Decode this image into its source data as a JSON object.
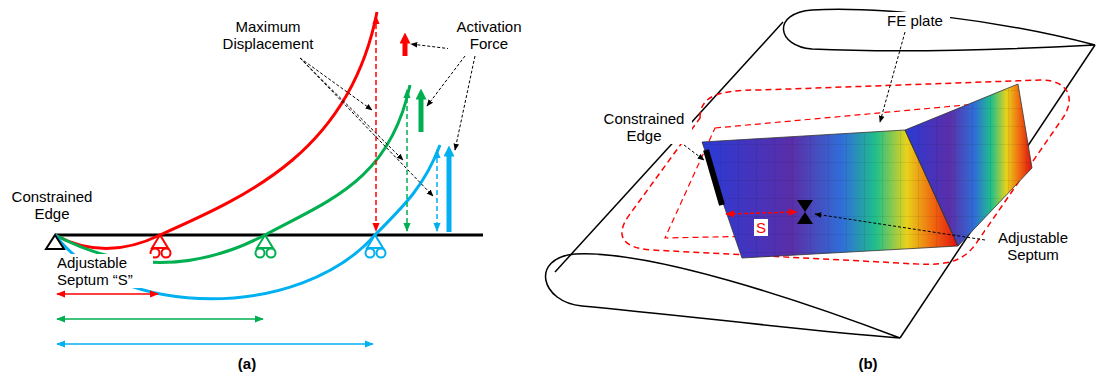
{
  "diagram": {
    "labels": [
      "Maximum Displacement",
      "Activation Force",
      "Constrained Edge",
      "Adjustable Septum “S”",
      "(a)",
      "FE plate",
      "Constrained Edge",
      "S",
      "Adjustable Septum",
      "(b)"
    ]
  }
}
